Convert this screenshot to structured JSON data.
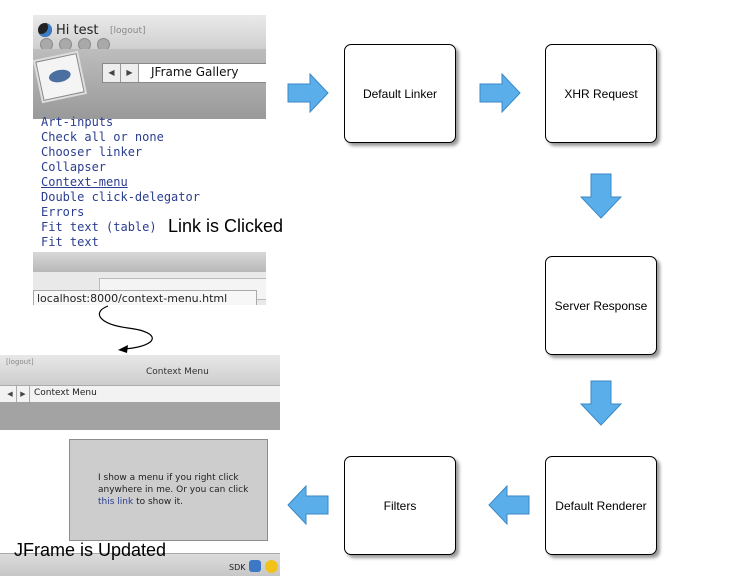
{
  "screenshot_top": {
    "greeting": "Hi test",
    "logout": "[logout]",
    "nav_back": "◀",
    "nav_forward": "▶",
    "nav_title": "JFrame Gallery",
    "list_items": [
      {
        "label": "Art-inputs"
      },
      {
        "label": "Check all or none"
      },
      {
        "label": "Chooser linker"
      },
      {
        "label": "Collapser"
      },
      {
        "label": "Context-menu"
      },
      {
        "label": "Double click-delegator"
      },
      {
        "label": "Errors"
      },
      {
        "label": "Fit text (table)"
      },
      {
        "label": "Fit text"
      }
    ],
    "status_url": "localhost:8000/context-menu.html"
  },
  "screenshot_bottom": {
    "logout": "[logout]",
    "window_title": "Context Menu",
    "nav_back": "◀",
    "nav_forward": "▶",
    "nav_title": "Context Menu",
    "panel_text_before": "I show a menu if you right click anywhere in me. Or you can click ",
    "panel_link": "this link",
    "panel_text_after": " to show it.",
    "sdk_label": "SDK"
  },
  "captions": {
    "link_clicked": "Link is Clicked",
    "jframe_updated": "JFrame is Updated"
  },
  "flow": {
    "default_linker": "Default Linker",
    "xhr_request": "XHR Request",
    "server_response": "Server Response",
    "default_renderer": "Default Renderer",
    "filters": "Filters"
  },
  "colors": {
    "arrow_fill": "#5aaeea",
    "arrow_stroke": "#3a88c6",
    "link_color": "#2b3d8f"
  },
  "icons": [
    "right-arrow-icon",
    "down-arrow-icon",
    "left-arrow-icon",
    "curved-arrow-icon"
  ]
}
